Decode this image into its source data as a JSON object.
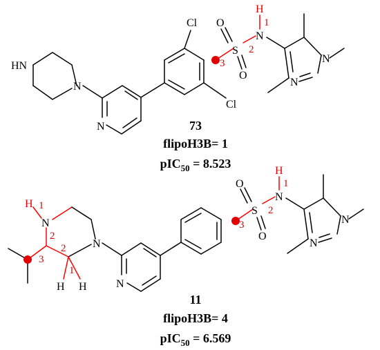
{
  "compound_a": {
    "id": "73",
    "flipo_label": "flipoH3B= 1",
    "pic50_prefix": "pIC",
    "pic50_sub": "50",
    "pic50_value": " = 8.523",
    "atoms": {
      "hn": "HN",
      "n_pip": "N",
      "n_pyr": "N",
      "cl_top": "Cl",
      "cl_bot": "Cl",
      "s": "S",
      "o1": "O",
      "o2": "O",
      "n_sulf": "N",
      "h_sulf": "H",
      "n_pz1": "N",
      "n_pz2": "N"
    },
    "markers": {
      "m1": "1",
      "m2": "2",
      "m3": "3"
    }
  },
  "compound_b": {
    "id": "11",
    "flipo_label": "flipoH3B= 4",
    "pic50_prefix": "pIC",
    "pic50_sub": "50",
    "pic50_value": " = 6.569",
    "atoms": {
      "h_pip": "H",
      "n_pip_top": "N",
      "n_pip_bot": "N",
      "n_pyr": "N",
      "h1": "H",
      "h2": "H",
      "s": "S",
      "o1": "O",
      "o2": "O",
      "n_sulf": "N",
      "h_sulf": "H",
      "n_pz1": "N",
      "n_pz2": "N"
    },
    "markers": {
      "pip_1": "1",
      "pip_2": "2",
      "iso_3": "3",
      "ch_2": "2",
      "ch_1": "1",
      "sulf_1": "1",
      "sulf_2": "2",
      "sulf_3": "3"
    }
  },
  "colors": {
    "highlight": "#e00000",
    "bond": "#000000"
  }
}
